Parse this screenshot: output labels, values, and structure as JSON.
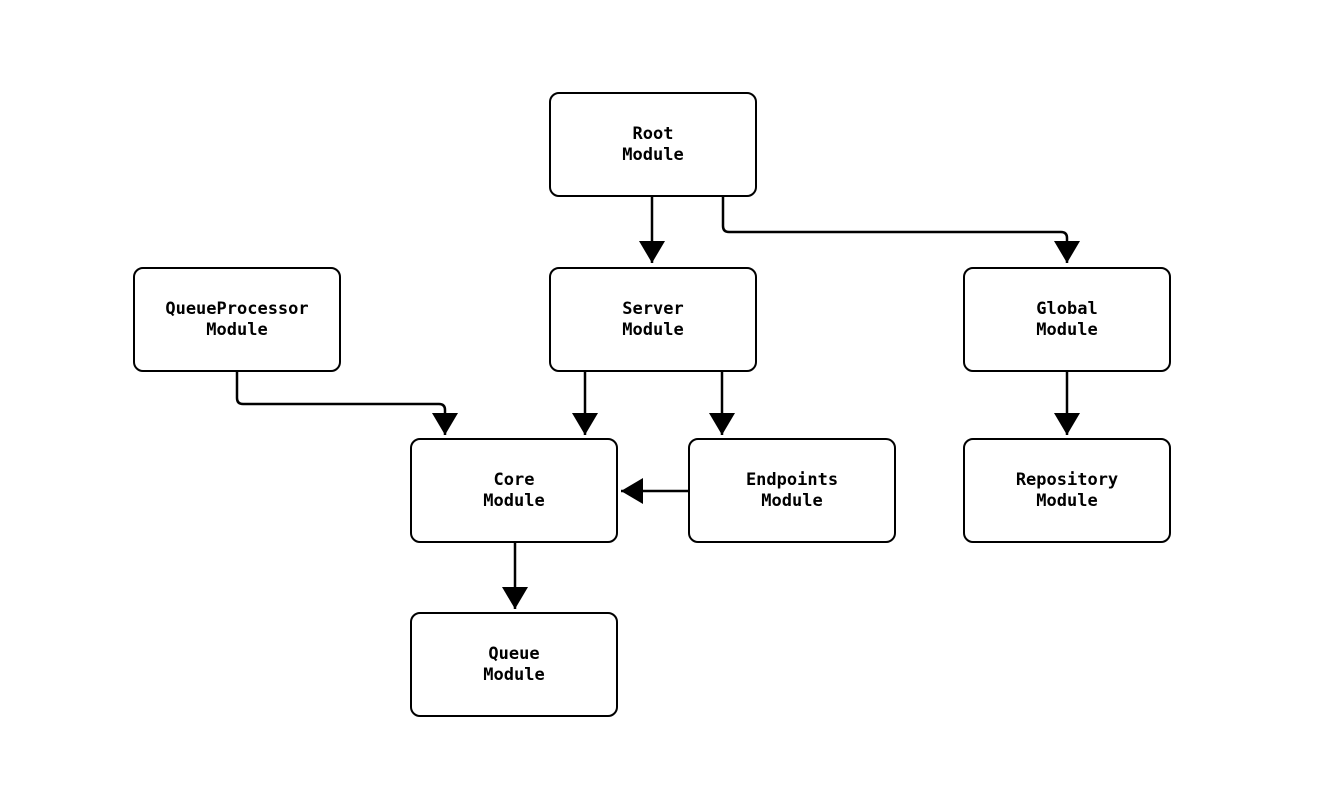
{
  "diagram": {
    "type": "module-dependency-flowchart",
    "background_color": "#ffffff",
    "node_fill_color": "#ffffff",
    "node_border_color": "#000000",
    "edge_color": "#000000",
    "text_color": "#000000",
    "nodes": [
      {
        "id": "root",
        "line1": "Root",
        "line2": "Module"
      },
      {
        "id": "queueprocessor",
        "line1": "QueueProcessor",
        "line2": "Module"
      },
      {
        "id": "server",
        "line1": "Server",
        "line2": "Module"
      },
      {
        "id": "global",
        "line1": "Global",
        "line2": "Module"
      },
      {
        "id": "core",
        "line1": "Core",
        "line2": "Module"
      },
      {
        "id": "endpoints",
        "line1": "Endpoints",
        "line2": "Module"
      },
      {
        "id": "repository",
        "line1": "Repository",
        "line2": "Module"
      },
      {
        "id": "queue",
        "line1": "Queue",
        "line2": "Module"
      }
    ],
    "edges": [
      {
        "from": "root",
        "to": "server"
      },
      {
        "from": "root",
        "to": "global"
      },
      {
        "from": "queueprocessor",
        "to": "core"
      },
      {
        "from": "server",
        "to": "core"
      },
      {
        "from": "server",
        "to": "endpoints"
      },
      {
        "from": "endpoints",
        "to": "core"
      },
      {
        "from": "global",
        "to": "repository"
      },
      {
        "from": "core",
        "to": "queue"
      }
    ]
  }
}
